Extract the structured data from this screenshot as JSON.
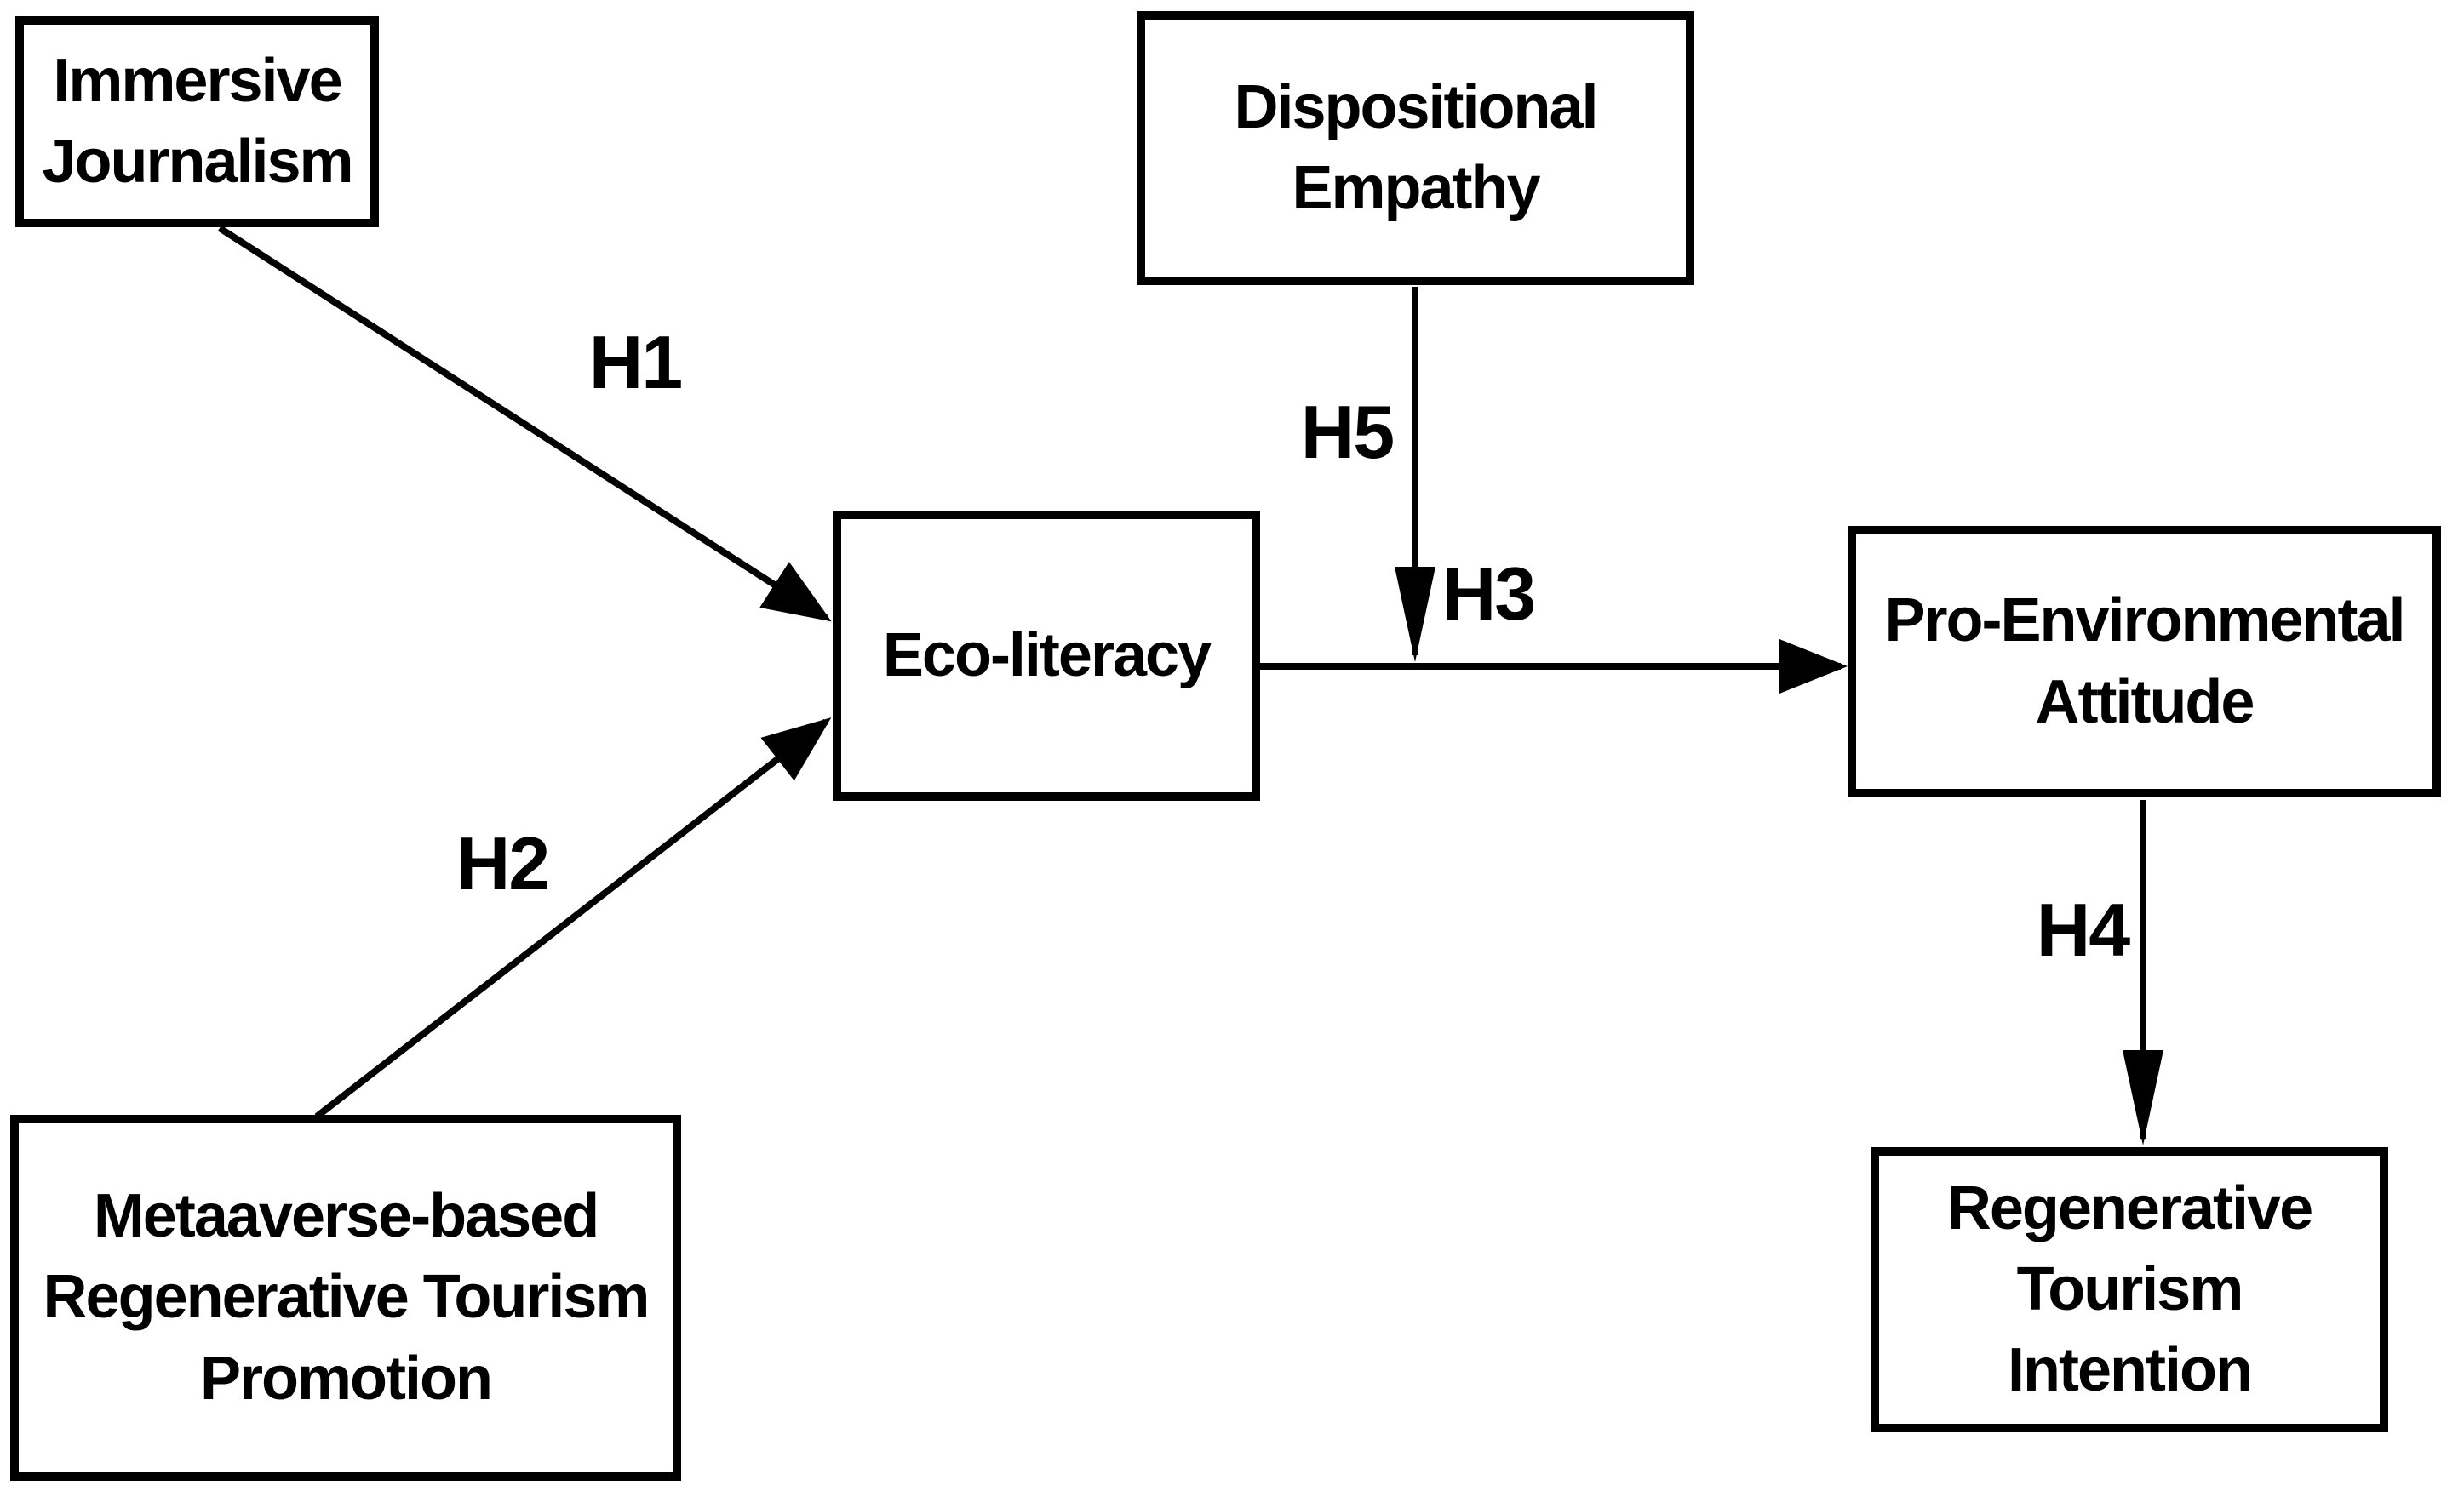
{
  "colors": {
    "background": "#ffffff",
    "box_fill": "#ffffff",
    "box_border": "#000000",
    "arrow": "#000000",
    "text": "#000000"
  },
  "nodes": {
    "immersive_journalism": {
      "label": "Immersive\nJournalism"
    },
    "dispositional_empathy": {
      "label": "Dispositional\nEmpathy"
    },
    "metaverse_promotion": {
      "label": "Metaaverse-based\nRegenerative Tourism\nPromotion"
    },
    "eco_literacy": {
      "label": "Eco-literacy"
    },
    "pro_environmental_attitude": {
      "label": "Pro-Environmental\nAttitude"
    },
    "regenerative_tourism_intention": {
      "label": "Regenerative\nTourism\nIntention"
    }
  },
  "edges": {
    "h1": {
      "label": "H1",
      "from": "immersive_journalism",
      "to": "eco_literacy"
    },
    "h2": {
      "label": "H2",
      "from": "metaverse_promotion",
      "to": "eco_literacy"
    },
    "h3": {
      "label": "H3",
      "from": "eco_literacy",
      "to": "pro_environmental_attitude"
    },
    "h4": {
      "label": "H4",
      "from": "pro_environmental_attitude",
      "to": "regenerative_tourism_intention"
    },
    "h5": {
      "label": "H5",
      "from": "dispositional_empathy",
      "to": "h3_path"
    }
  }
}
